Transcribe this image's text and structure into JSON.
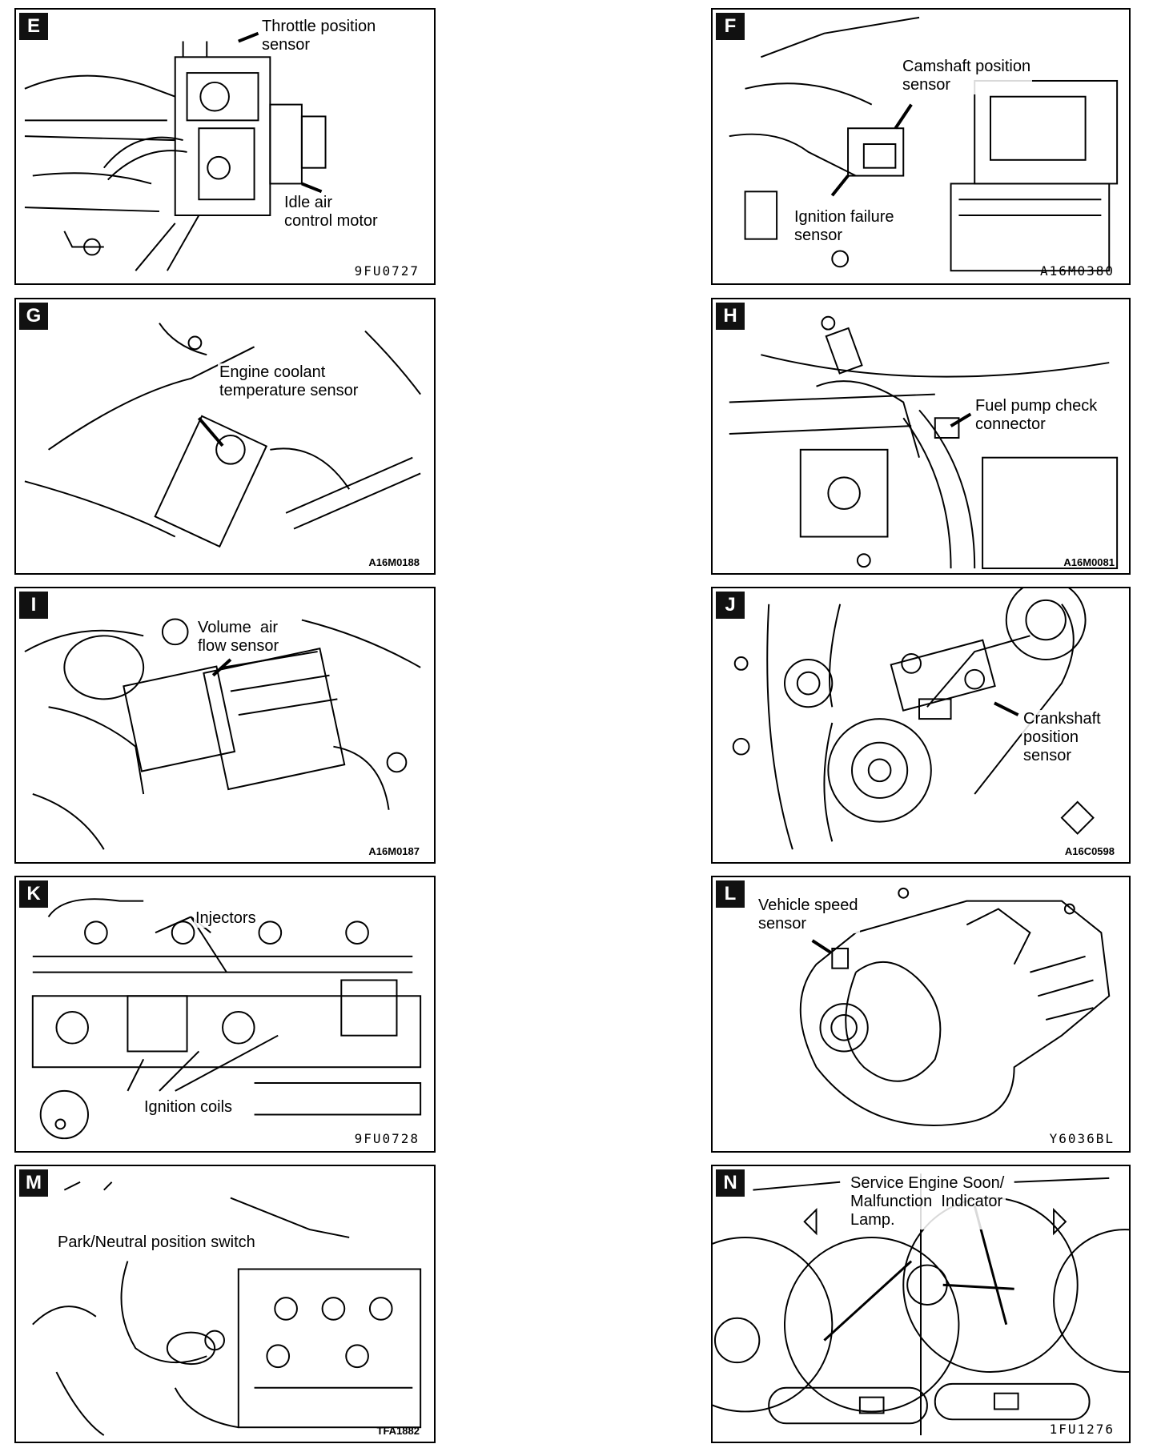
{
  "panels": [
    {
      "letter": "E",
      "labels": [
        "Throttle position\nsensor",
        "Idle air\ncontrol motor"
      ],
      "code": "9FU0727"
    },
    {
      "letter": "F",
      "labels": [
        "Camshaft position\nsensor",
        "Ignition failure\nsensor"
      ],
      "code": "A16M0380"
    },
    {
      "letter": "G",
      "labels": [
        "Engine coolant\ntemperature sensor"
      ],
      "code": "A16M0188"
    },
    {
      "letter": "H",
      "labels": [
        "Fuel pump check\nconnector"
      ],
      "code": "A16M0081"
    },
    {
      "letter": "I",
      "labels": [
        "Volume  air\nflow sensor"
      ],
      "code": "A16M0187"
    },
    {
      "letter": "J",
      "labels": [
        "Crankshaft\nposition\nsensor"
      ],
      "code": "A16C0598"
    },
    {
      "letter": "K",
      "labels": [
        "Injectors",
        "Ignition coils"
      ],
      "code": "9FU0728"
    },
    {
      "letter": "L",
      "labels": [
        "Vehicle speed\nsensor"
      ],
      "code": "Y6036BL"
    },
    {
      "letter": "M",
      "labels": [
        "Park/Neutral position switch"
      ],
      "code": "TFA1882"
    },
    {
      "letter": "N",
      "labels": [
        "Service Engine Soon/\nMalfunction  Indicator\nLamp."
      ],
      "code": "1FU1276"
    }
  ]
}
